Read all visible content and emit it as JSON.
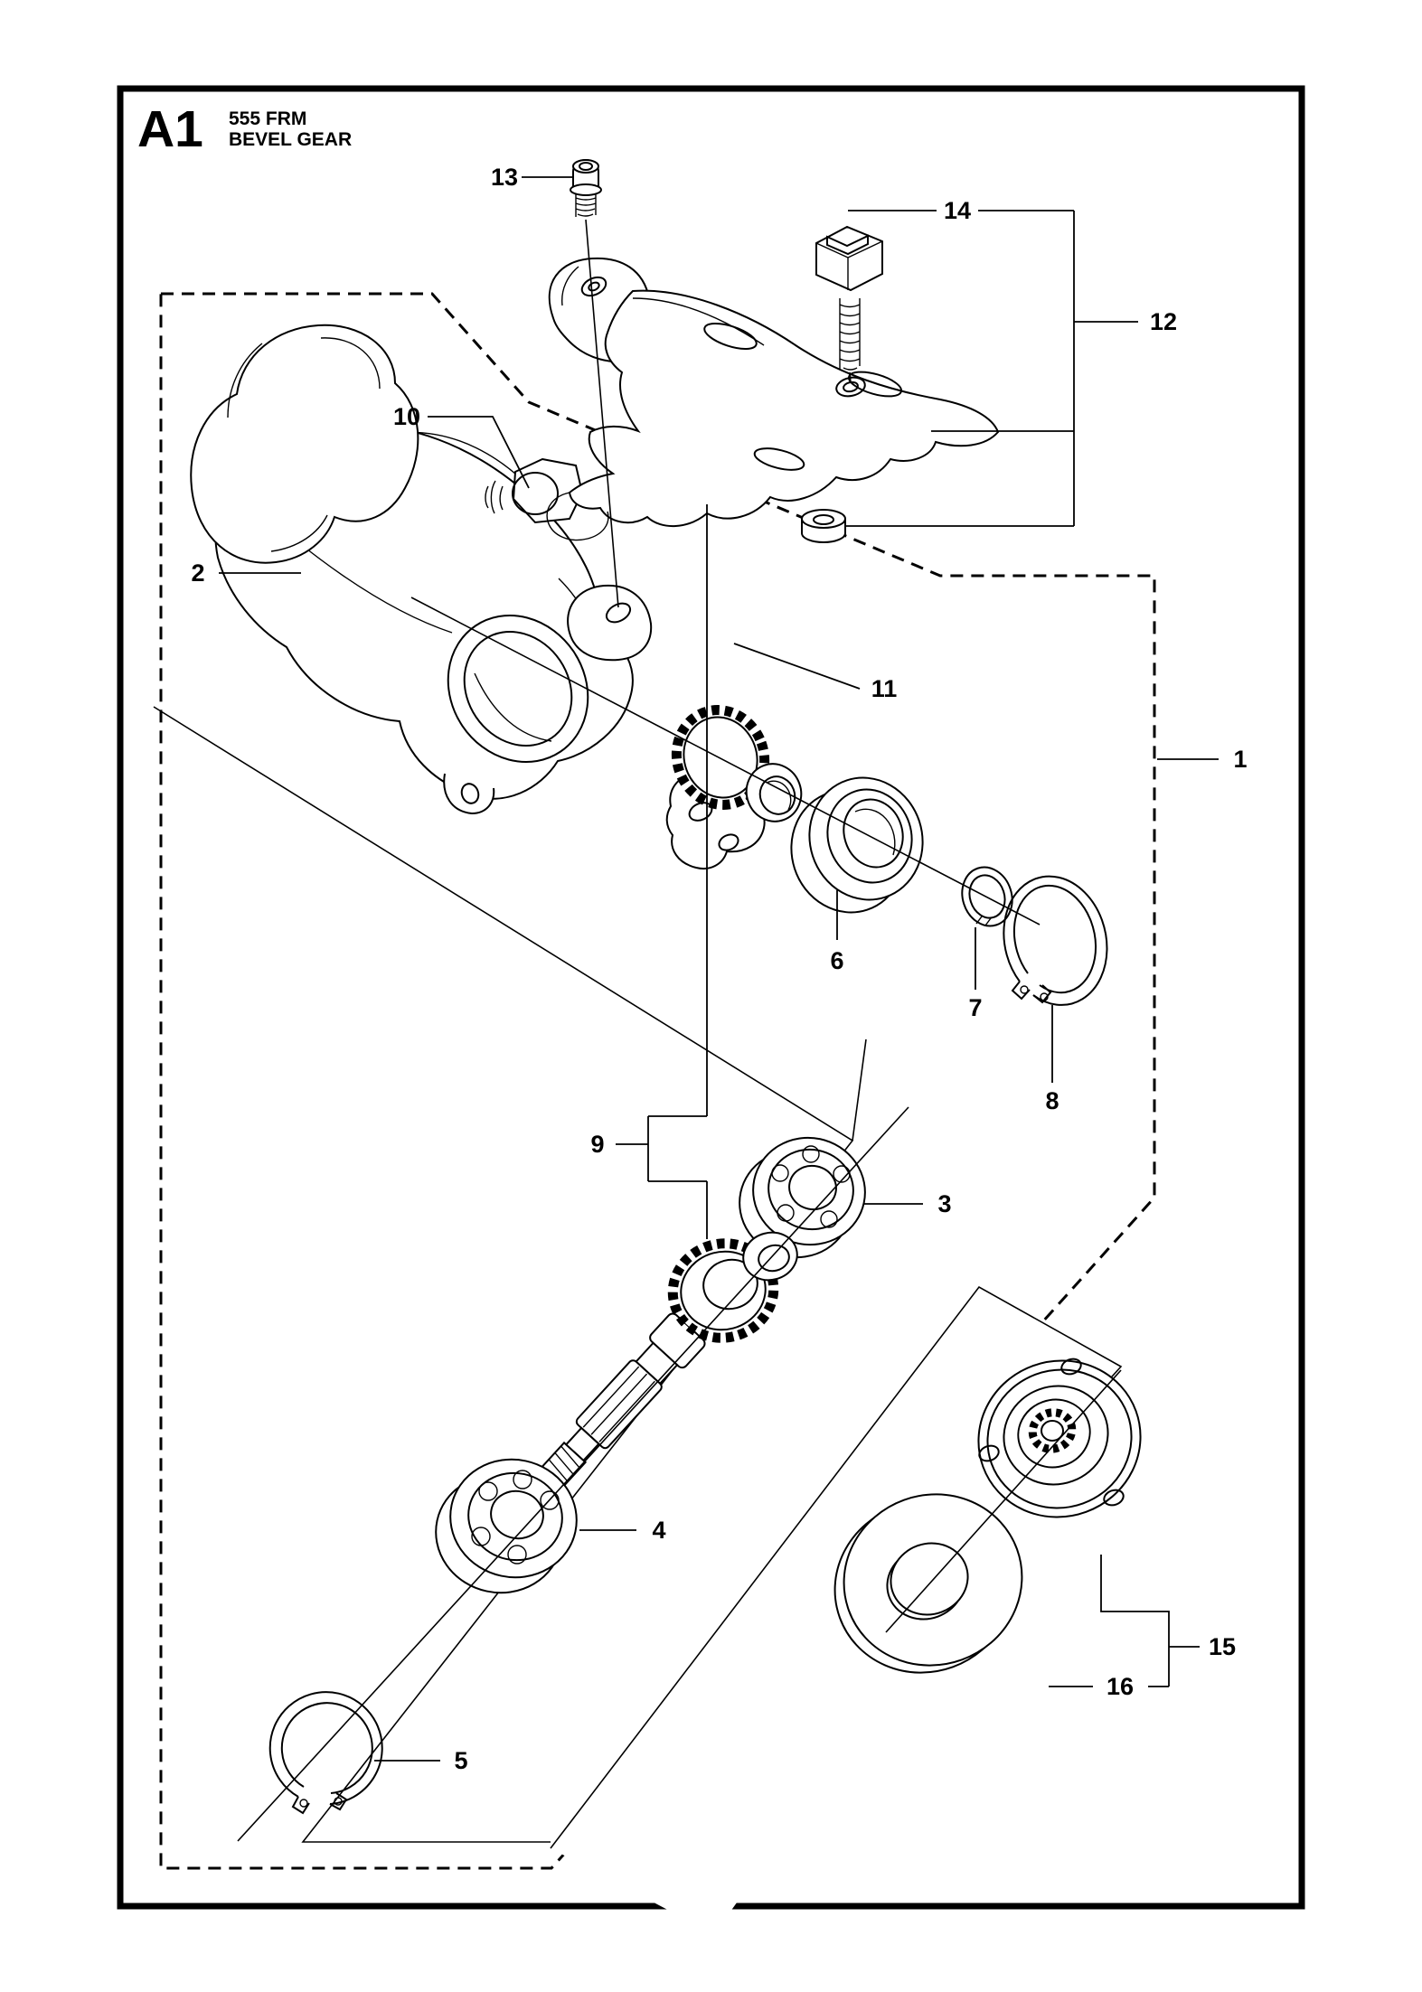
{
  "diagram": {
    "section_code": "A1",
    "model": "555 FRM",
    "assembly_name": "BEVEL GEAR",
    "colors": {
      "line": "#000000",
      "background": "#ffffff"
    },
    "callouts": [
      "1",
      "2",
      "3",
      "4",
      "5",
      "6",
      "7",
      "8",
      "9",
      "10",
      "11",
      "12",
      "13",
      "14",
      "15",
      "16"
    ]
  }
}
